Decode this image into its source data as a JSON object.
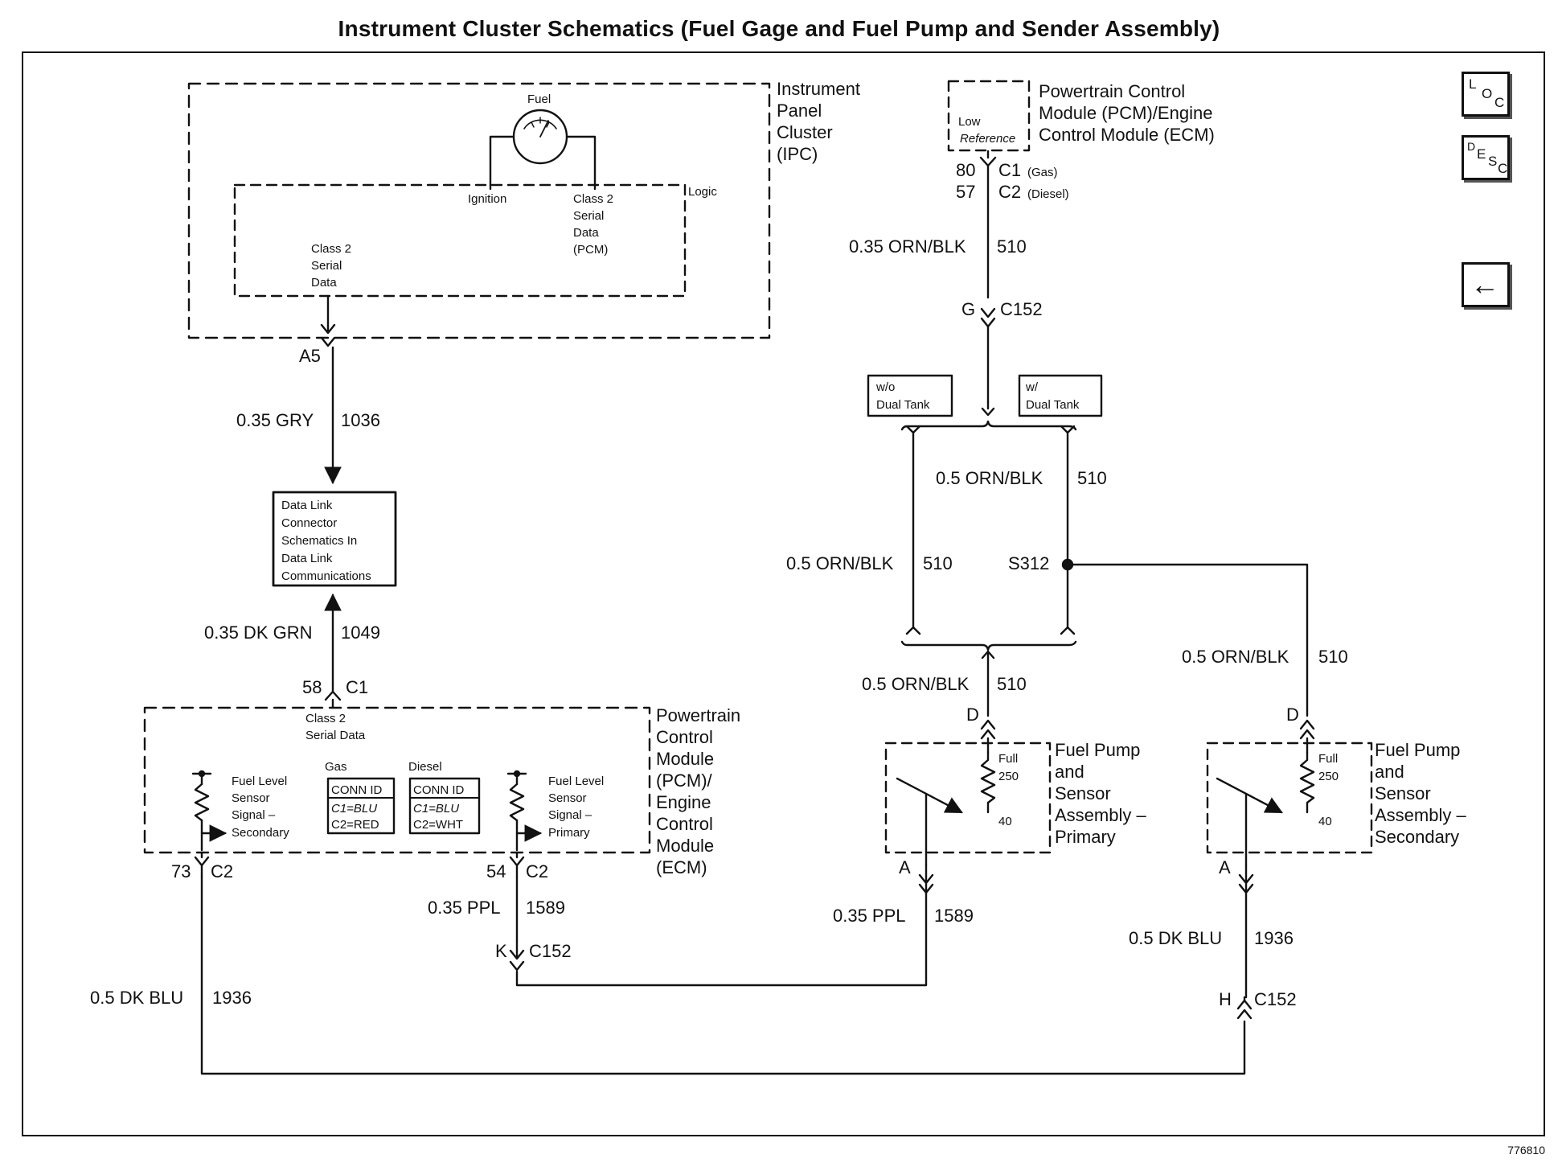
{
  "title": "Instrument Cluster Schematics (Fuel Gage and Fuel Pump and Sender Assembly)",
  "figure_id": "776810",
  "nav": {
    "loc": {
      "a": "L",
      "b": "O",
      "c": "C"
    },
    "desc": {
      "a": "D",
      "b": "E",
      "c": "S",
      "d": "C"
    },
    "back_glyph": "←"
  },
  "ipc": {
    "name": [
      "Instrument",
      "Panel",
      "Cluster",
      "(IPC)"
    ],
    "gauge_label": "Fuel",
    "logic_label": "Logic",
    "ignition": "Ignition",
    "class2_pcm": [
      "Class 2",
      "Serial",
      "Data",
      "(PCM)"
    ],
    "class2": [
      "Class 2",
      "Serial",
      "Data"
    ],
    "pin": "A5"
  },
  "wires": {
    "gry": {
      "gauge": "0.35 GRY",
      "circuit": "1036"
    },
    "dkgrn": {
      "gauge": "0.35 DK GRN",
      "circuit": "1049"
    },
    "ppl_left": {
      "gauge": "0.35 PPL",
      "circuit": "1589"
    },
    "ppl_right": {
      "gauge": "0.35 PPL",
      "circuit": "1589"
    },
    "dkblu_left": {
      "gauge": "0.5 DK BLU",
      "circuit": "1936"
    },
    "dkblu_right": {
      "gauge": "0.5 DK BLU",
      "circuit": "1936"
    },
    "orn_top": {
      "gauge": "0.35 ORN/BLK",
      "circuit": "510"
    },
    "orn_mid_right": {
      "gauge": "0.5 ORN/BLK",
      "circuit": "510"
    },
    "orn_mid_left": {
      "gauge": "0.5 ORN/BLK",
      "circuit": "510"
    },
    "orn_pump1": {
      "gauge": "0.5 ORN/BLK",
      "circuit": "510"
    },
    "orn_pump2": {
      "gauge": "0.5 ORN/BLK",
      "circuit": "510"
    }
  },
  "dlc": [
    "Data Link",
    "Connector",
    "Schematics In",
    "Data Link",
    "Communications"
  ],
  "pcm_bottom": {
    "name": [
      "Powertrain",
      "Control",
      "Module",
      "(PCM)/",
      "Engine",
      "Control",
      "Module",
      "(ECM)"
    ],
    "pin_top": "58",
    "conn_top": "C1",
    "class2": [
      "Class 2",
      "Serial Data"
    ],
    "sensor_secondary": [
      "Fuel Level",
      "Sensor",
      "Signal –",
      "Secondary"
    ],
    "sensor_primary": [
      "Fuel Level",
      "Sensor",
      "Signal –",
      "Primary"
    ],
    "gas": {
      "label": "Gas",
      "head": "CONN ID",
      "rows": [
        "C1=BLU",
        "C2=RED"
      ]
    },
    "diesel": {
      "label": "Diesel",
      "head": "CONN ID",
      "rows": [
        "C1=BLU",
        "C2=WHT"
      ]
    },
    "pin_secondary": "73",
    "conn_secondary": "C2",
    "pin_primary": "54",
    "conn_primary": "C2"
  },
  "pcm_top": {
    "name": [
      "Powertrain Control",
      "Module (PCM)/Engine",
      "Control Module (ECM)"
    ],
    "low_ref": [
      "Low",
      "Reference"
    ],
    "pin1": "80",
    "conn1": "C1",
    "conn1_note": "(Gas)",
    "pin2": "57",
    "conn2": "C2",
    "conn2_note": "(Diesel)"
  },
  "c152_g": {
    "pin": "G",
    "conn": "C152"
  },
  "c152_k": {
    "pin": "K",
    "conn": "C152"
  },
  "c152_h": {
    "pin": "H",
    "conn": "C152"
  },
  "options": {
    "without": [
      "w/o",
      "Dual Tank"
    ],
    "with": [
      "w/",
      "Dual Tank"
    ]
  },
  "splice": "S312",
  "pump_primary": {
    "name": [
      "Fuel Pump",
      "and",
      "Sensor",
      "Assembly –",
      "Primary"
    ],
    "full": "Full",
    "ohm_hi": "250",
    "ohm_lo": "40",
    "pin_top": "D",
    "pin_bottom": "A"
  },
  "pump_secondary": {
    "name": [
      "Fuel Pump",
      "and",
      "Sensor",
      "Assembly –",
      "Secondary"
    ],
    "full": "Full",
    "ohm_hi": "250",
    "ohm_lo": "40",
    "pin_top": "D",
    "pin_bottom": "A"
  }
}
